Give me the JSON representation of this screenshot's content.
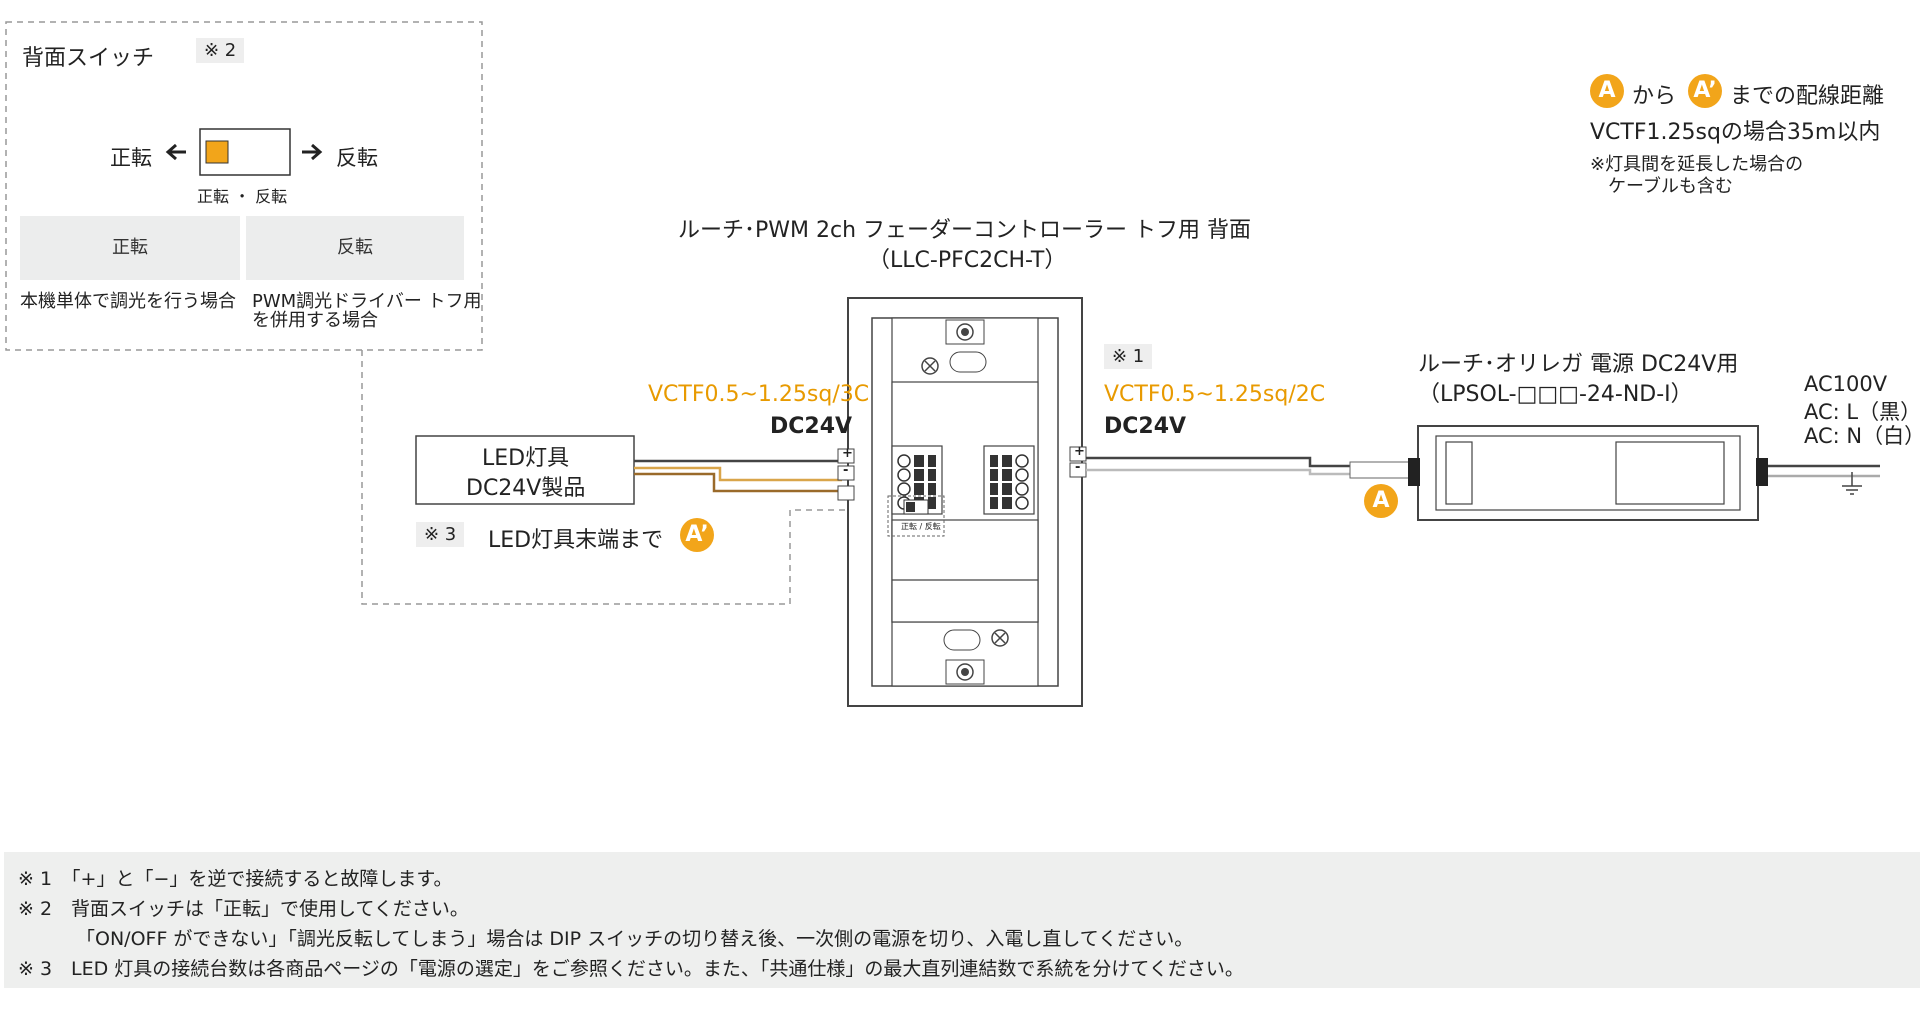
{
  "switch_box": {
    "title": "背面スイッチ",
    "note_tag": "※ 2",
    "label_left": "正転",
    "label_right": "反転",
    "caption": "正転 ・ 反転",
    "options": [
      {
        "label": "正転",
        "desc": "本機単体で調光を行う場合"
      },
      {
        "label": "反転",
        "desc_line1": "PWM調光ドライバー トフ用",
        "desc_line2": "を併用する場合"
      }
    ]
  },
  "controller": {
    "title": "ルーチ･PWM 2ch フェーダーコントローラー トフ用 背面",
    "model": "（LLC-PFC2CH-T）",
    "switch_label": "正転 / 反転"
  },
  "left_wire": {
    "cable": "VCTF0.5~1.25sq/3C",
    "voltage": "DC24V"
  },
  "right_wire": {
    "note_tag": "※ 1",
    "cable": "VCTF0.5~1.25sq/2C",
    "voltage": "DC24V"
  },
  "led": {
    "line1": "LED灯具",
    "line2": "DC24V製品",
    "note_tag": "※ 3",
    "end_label": "LED灯具末端まで"
  },
  "power": {
    "title": "ルーチ･オリレガ 電源 DC24V用",
    "model": "（LPSOL-□□□-24-ND-I）",
    "ac1": "AC100V",
    "ac2": "AC: L（黒）",
    "ac3": "AC: N（白）"
  },
  "distance": {
    "from": "から",
    "to": "までの配線距離",
    "spec": "VCTF1.25sqの場合35m以内",
    "note1": "※灯具間を延長した場合の",
    "note2": "ケーブルも含む"
  },
  "badges": {
    "a": "A",
    "a_prime": "A’"
  },
  "terminals": {
    "plus": "+",
    "minus": "-"
  },
  "notes": [
    "※ 1　「+」と「−」を逆で接続すると故障します。",
    "※ 2　背面スイッチは「正転」で使用してください。",
    "「ON/OFF ができない」「調光反転してしまう」場合は DIP スイッチの切り替え後、一次側の電源を切り、入電し直してください。",
    "※ 3　LED 灯具の接続台数は各商品ページの「電源の選定」をご参照ください。また、「共通仕様」の最大直列連結数で系統を分けてください。"
  ],
  "colors": {
    "accent": "#f2a51a",
    "wire_orange": "#d9a54a",
    "wire_brown": "#9a6a2a",
    "panel_gray": "#eceded"
  }
}
